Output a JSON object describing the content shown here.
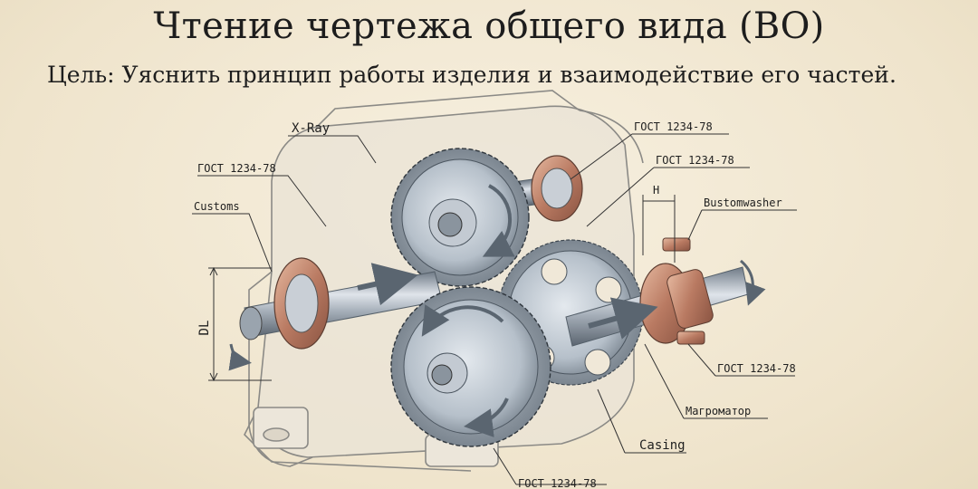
{
  "title": "Чтение чертежа общего вида (ВО)",
  "subtitle": "Цель: Уяснить принцип работы изделия и взаимодействие его частей.",
  "callouts": {
    "xray": "X-Ray",
    "gost_top_left": "ГОСТ 1234-78",
    "customs": "Customs",
    "gost_top_right": "ГОСТ 1234-78",
    "gost_right": "ГОСТ 1234-78",
    "dim_h": "H",
    "washer": "Bustomwasher",
    "dim_dl": "DL",
    "gost_lower_right": "ГОСТ 1234-78",
    "magromator": "Mагромaтор",
    "casing": "Casing",
    "gost_bottom": "ГОСТ 1234-78"
  }
}
